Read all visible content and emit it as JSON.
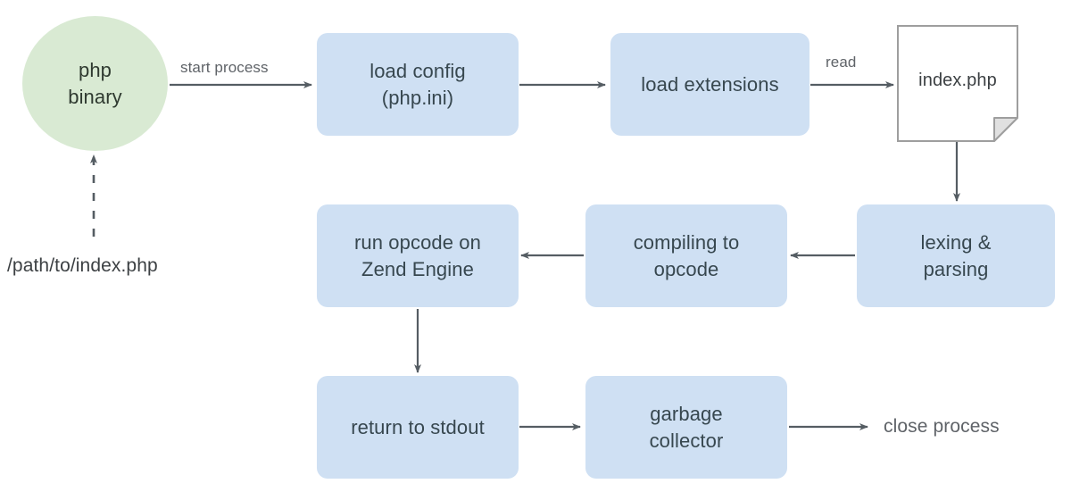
{
  "diagram": {
    "title": "PHP CLI request lifecycle flowchart",
    "background": "#ffffff",
    "colors": {
      "box_fill": "#cfe0f3",
      "circle_fill": "#d9ead3",
      "doc_stroke": "#9e9e9e",
      "edge_stroke": "#555d63",
      "box_text": "#37474f",
      "label_text": "#5f6368"
    },
    "nodes": {
      "php_binary": {
        "label": "php\nbinary",
        "shape": "circle"
      },
      "load_config": {
        "label": "load config\n(php.ini)",
        "shape": "rounded-rect"
      },
      "load_extensions": {
        "label": "load extensions",
        "shape": "rounded-rect"
      },
      "index_php": {
        "label": "index.php",
        "shape": "document"
      },
      "lexing_parsing": {
        "label": "lexing &\nparsing",
        "shape": "rounded-rect"
      },
      "compiling_opcode": {
        "label": "compiling to\nopcode",
        "shape": "rounded-rect"
      },
      "run_opcode": {
        "label": "run opcode on\nZend Engine",
        "shape": "rounded-rect"
      },
      "return_stdout": {
        "label": "return to stdout",
        "shape": "rounded-rect"
      },
      "garbage_collector": {
        "label": "garbage\ncollector",
        "shape": "rounded-rect"
      }
    },
    "edge_labels": {
      "start_process": "start process",
      "read": "read"
    },
    "free_labels": {
      "input_path": "/path/to/index.php",
      "close_process": "close process"
    }
  }
}
